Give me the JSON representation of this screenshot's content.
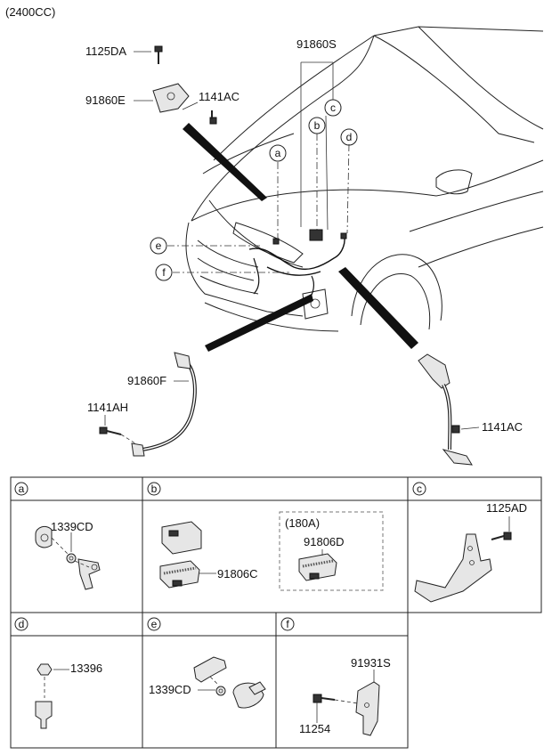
{
  "engine_label": "(2400CC)",
  "main_parts": {
    "p1125DA": "1125DA",
    "p91860E": "91860E",
    "p1141AC_top": "1141AC",
    "p91860S": "91860S",
    "p91860F": "91860F",
    "p1141AH": "1141AH",
    "p1141AC_right": "1141AC"
  },
  "callouts": {
    "a": "a",
    "b": "b",
    "c": "c",
    "d": "d",
    "e": "e",
    "f": "f"
  },
  "panels": {
    "a": {
      "header": "a",
      "parts": [
        "1339CD"
      ]
    },
    "b": {
      "header": "b",
      "parts": [
        "91806C",
        "91806D"
      ],
      "variant": "(180A)"
    },
    "c": {
      "header": "c",
      "parts": [
        "1125AD"
      ]
    },
    "d": {
      "header": "d",
      "parts": [
        "13396"
      ]
    },
    "e": {
      "header": "e",
      "parts": [
        "1339CD"
      ]
    },
    "f": {
      "header": "f",
      "parts": [
        "91931S",
        "11254"
      ]
    }
  }
}
